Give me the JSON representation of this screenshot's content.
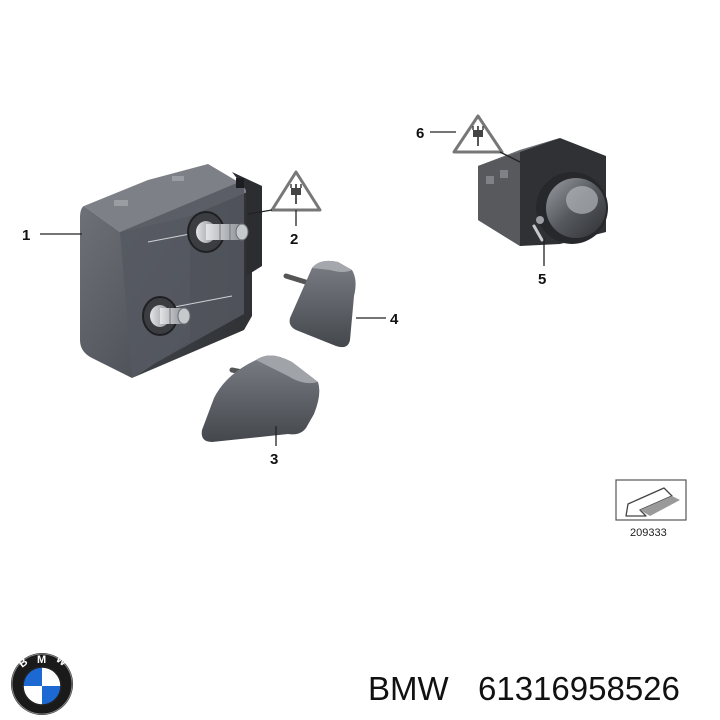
{
  "callouts": [
    {
      "id": "1",
      "label": "1"
    },
    {
      "id": "2",
      "label": "2"
    },
    {
      "id": "3",
      "label": "3"
    },
    {
      "id": "4",
      "label": "4"
    },
    {
      "id": "5",
      "label": "5"
    },
    {
      "id": "6",
      "label": "6"
    }
  ],
  "reference_number": "209333",
  "footer": {
    "brand": "BMW",
    "part_number": "61316958526"
  },
  "logo": {
    "letters": [
      "B",
      "M",
      "W"
    ],
    "colors": {
      "blue": "#1c69d4",
      "white": "#ffffff",
      "ring": "#1a1a1a"
    }
  },
  "icons": [
    "connector-warning-icon",
    "direction-arrow-icon",
    "bmw-roundel-logo"
  ]
}
